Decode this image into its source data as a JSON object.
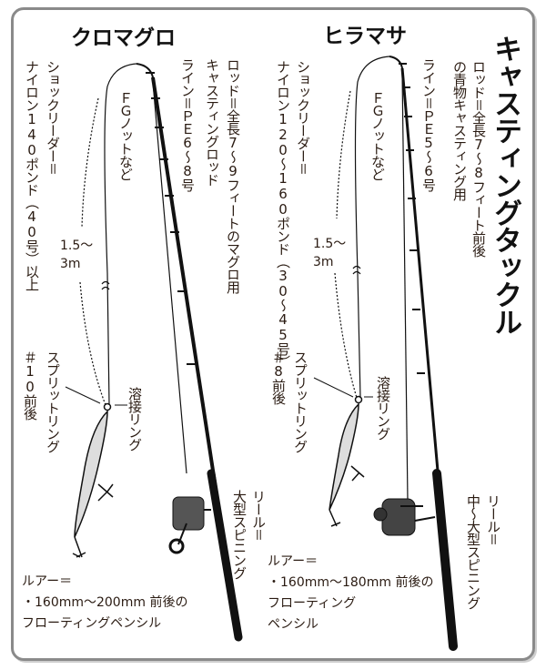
{
  "main_title": "キャスティングタックル",
  "panels": [
    {
      "title": "クロマグロ",
      "rod": [
        "ロッド＝全長7～9フィートのマグロ用",
        "キャスティングロッド"
      ],
      "line": "ライン＝ＰＥ6～8号",
      "leader": [
        "ショックリーダー＝",
        "ナイロン140ポンド（40号）以上"
      ],
      "knot": "ＦＧノットなど",
      "length": [
        "1.5～",
        "3m"
      ],
      "split_ring": [
        "＃10前後",
        "スプリットリング"
      ],
      "welded_ring": "溶接リング",
      "reel": [
        "リール＝",
        "大型スピニング"
      ],
      "lure": [
        "ルアー＝",
        "・160mm～200mm 前後の",
        "フローティングペンシル"
      ]
    },
    {
      "title": "ヒラマサ",
      "rod": [
        "ロッド＝全長7～8フィート前後",
        "の青物キャスティング用"
      ],
      "line": "ライン＝ＰＥ5～6号",
      "leader": [
        "ショックリーダー＝",
        "ナイロン120～160ポンド（30～45号）"
      ],
      "knot": "ＦＧノットなど",
      "length": [
        "1.5～",
        "3m"
      ],
      "split_ring": [
        "＃8前後",
        "スプリットリング"
      ],
      "welded_ring": "溶接リング",
      "reel": [
        "リール＝",
        "中～大型スピニング"
      ],
      "lure": [
        "ルアー＝",
        "・160mm～180mm 前後の",
        "フローティング",
        "ペンシル"
      ]
    }
  ]
}
